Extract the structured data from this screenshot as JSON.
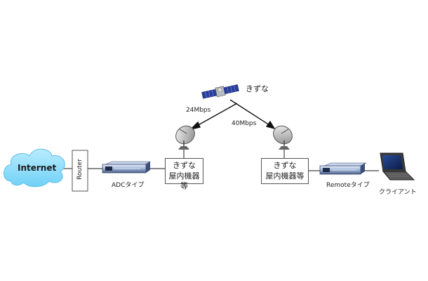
{
  "diagram": {
    "satellite_label": "きずな",
    "uplink_rate": "24Mbps",
    "downlink_rate": "40Mbps",
    "internet_label": "Internet",
    "router_label": "Router",
    "adc_label": "ADCタイプ",
    "remote_label": "Remoteタイプ",
    "client_label": "クライアント",
    "left_station": {
      "line1": "きずな",
      "line2": "屋内機器等"
    },
    "right_station": {
      "line1": "きずな",
      "line2": "屋内機器等"
    }
  }
}
